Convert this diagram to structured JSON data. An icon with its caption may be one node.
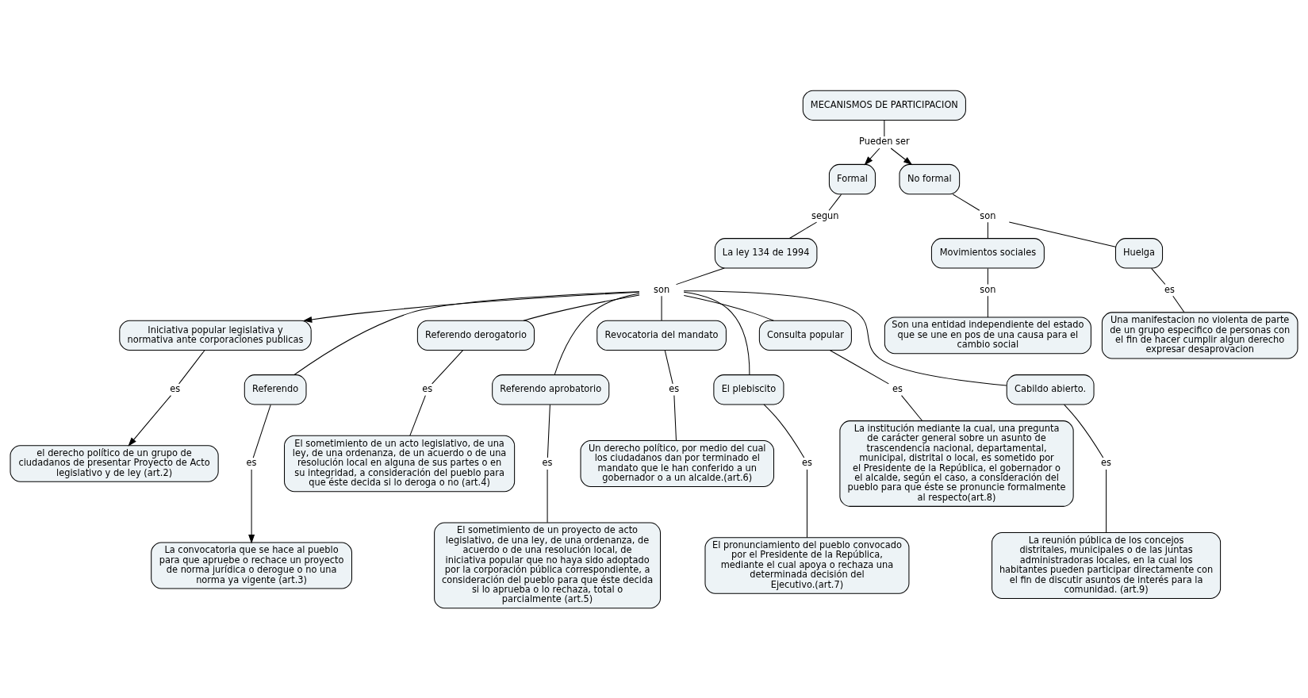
{
  "diagram": {
    "nodes": [
      {
        "text": [
          "MECANISMOS DE PARTICIPACION"
        ]
      },
      {
        "text": [
          "Pueden ser"
        ]
      },
      {
        "text": [
          "Formal"
        ]
      },
      {
        "text": [
          "No formal"
        ]
      },
      {
        "text": [
          "segun"
        ]
      },
      {
        "text": [
          "son"
        ]
      },
      {
        "text": [
          "La ley 134 de 1994"
        ]
      },
      {
        "text": [
          "Movimientos sociales"
        ]
      },
      {
        "text": [
          "Huelga"
        ]
      },
      {
        "text": [
          "son"
        ]
      },
      {
        "text": [
          "son"
        ]
      },
      {
        "text": [
          "Iniciativa popular legislativa y normativa ante corporaciones publicas"
        ]
      },
      {
        "text": [
          "es"
        ]
      },
      {
        "text": [
          "Son una entidad independiente del estado que se une en pos de una causa para el cambio social"
        ]
      },
      {
        "text": [
          "es"
        ]
      },
      {
        "text": [
          "el derecho político de un grupo de ciudadanos de presentar Proyecto de Acto legislativo y de ley (art.2)"
        ]
      },
      {
        "text": [
          "Una manifestacion no violenta de parte de un grupo especifico de personas con el fin de hacer cumplir algun derecho  expresar desaprovacion"
        ]
      },
      {
        "text": [
          "Referendo"
        ]
      },
      {
        "text": [
          "es"
        ]
      },
      {
        "text": [
          "La convocatoria que se hace al pueblo para que apruebe o rechace un proyecto de norma jurídica o derogue o no una norma ya vigente (art.3)"
        ]
      },
      {
        "text": [
          "Cabildo abierto."
        ]
      },
      {
        "text": [
          "es"
        ]
      },
      {
        "text": [
          "Referendo derogatorio"
        ]
      },
      {
        "text": [
          "Consulta popular"
        ]
      },
      {
        "text": [
          "El plebiscito"
        ]
      },
      {
        "text": [
          "es"
        ]
      },
      {
        "text": [
          "Referendo aprobatorio"
        ]
      },
      {
        "text": [
          "Revocatoria del mandato"
        ]
      },
      {
        "text": [
          "La reunión pública de los concejos distritales, municipales o de las juntas administradoras locales, en la cual los habitantes pueden participar directamente con el fin de discutir asuntos de interés para la comunidad. (art.9)"
        ]
      },
      {
        "text": [
          "es"
        ]
      },
      {
        "text": [
          "El sometimiento de un acto legislativo, de una ley, de una ordenanza, de un acuerdo o de una resolución local en alguna de sus partes o en su integridad, a consideración del pueblo para que éste decida si lo deroga o no (art.4)"
        ]
      },
      {
        "text": [
          "es"
        ]
      },
      {
        "text": [
          "es"
        ]
      },
      {
        "text": [
          "es"
        ]
      },
      {
        "text": [
          "El pronunciamiento del pueblo convocado por el Presidente de la República, mediante el cual apoya o rechaza una determinada decisión del Ejecutivo.(art.7)"
        ]
      },
      {
        "text": [
          "El sometimiento de un proyecto de acto legislativo, de una ley, de una ordenanza, de acuerdo o de una resolución local, de iniciativa popular que no haya sido adoptado por la corporación pública correspondiente, a consideración del pueblo para que éste decida si lo aprueba o lo rechaza, total o parcialmente (art.5)"
        ]
      },
      {
        "text": [
          "Un derecho político, por medio del cual los ciudadanos dan por terminado el mandato que le han conferido a un gobernador o a un alcalde.(art.6)"
        ]
      },
      {
        "text": [
          "La institución mediante la cual, una pregunta de carácter general sobre un asunto de trascendencia nacional, departamental, municipal, distrital o local, es sometido por el Presidente de la República, el gobernador o el alcalde, según el caso, a consideración del pueblo para que éste se pronuncie formalmente al respecto(art.8)"
        ]
      }
    ],
    "edges": [
      {
        "from": 0,
        "to": 1,
        "arrow": "none"
      },
      {
        "from": 1,
        "to": 2,
        "arrow": "to"
      },
      {
        "from": 1,
        "to": 3,
        "arrow": "to"
      },
      {
        "from": 2,
        "to": 4,
        "arrow": "none"
      },
      {
        "from": 4,
        "to": 6,
        "arrow": "none"
      },
      {
        "from": 3,
        "to": 5,
        "arrow": "none"
      },
      {
        "from": 5,
        "to": 7,
        "arrow": "none"
      },
      {
        "from": 5,
        "to": 8,
        "arrow": "none"
      },
      {
        "from": 6,
        "to": 10,
        "arrow": "none"
      },
      {
        "from": 10,
        "to": 11,
        "arrow": "to"
      },
      {
        "from": 10,
        "to": 17,
        "arrow": "none"
      },
      {
        "from": 10,
        "to": 22,
        "arrow": "none"
      },
      {
        "from": 10,
        "to": 26,
        "arrow": "none"
      },
      {
        "from": 10,
        "to": 27,
        "arrow": "none"
      },
      {
        "from": 10,
        "to": 24,
        "arrow": "none"
      },
      {
        "from": 10,
        "to": 23,
        "arrow": "none"
      },
      {
        "from": 10,
        "to": 20,
        "arrow": "none"
      },
      {
        "from": 7,
        "to": 9,
        "arrow": "none"
      },
      {
        "from": 9,
        "to": 13,
        "arrow": "none"
      },
      {
        "from": 8,
        "to": 12,
        "arrow": "none"
      },
      {
        "from": 12,
        "to": 16,
        "arrow": "none"
      },
      {
        "from": 11,
        "to": 14,
        "arrow": "none"
      },
      {
        "from": 14,
        "to": 15,
        "arrow": "to"
      },
      {
        "from": 17,
        "to": 18,
        "arrow": "none"
      },
      {
        "from": 18,
        "to": 19,
        "arrow": "to"
      },
      {
        "from": 22,
        "to": 25,
        "arrow": "none"
      },
      {
        "from": 25,
        "to": 30,
        "arrow": "none"
      },
      {
        "from": 26,
        "to": 29,
        "arrow": "none"
      },
      {
        "from": 29,
        "to": 35,
        "arrow": "none"
      },
      {
        "from": 27,
        "to": 32,
        "arrow": "none"
      },
      {
        "from": 32,
        "to": 36,
        "arrow": "none"
      },
      {
        "from": 24,
        "to": 31,
        "arrow": "none"
      },
      {
        "from": 31,
        "to": 34,
        "arrow": "none"
      },
      {
        "from": 23,
        "to": 33,
        "arrow": "none"
      },
      {
        "from": 33,
        "to": 37,
        "arrow": "none"
      },
      {
        "from": 20,
        "to": 21,
        "arrow": "none"
      },
      {
        "from": 21,
        "to": 28,
        "arrow": "none"
      }
    ]
  }
}
